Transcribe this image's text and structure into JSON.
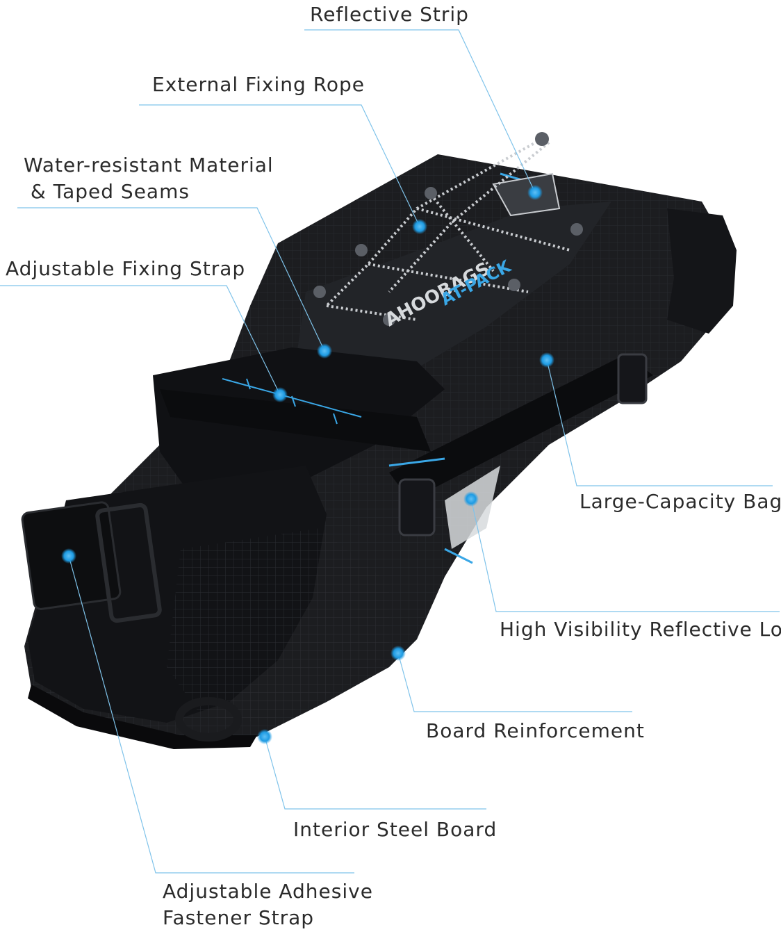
{
  "diagram": {
    "accent_color": "#1e9be3",
    "line_color": "#7fc3ea",
    "product_colors": {
      "body": "#1c1d20",
      "body_dark": "#0e0f11",
      "panel": "#2a2c30",
      "trim": "#3aa7e6",
      "reflective": "#c9ccd0"
    },
    "product_logo_text": [
      "AHOOBAGS",
      "AT-PACK"
    ],
    "callouts": [
      {
        "id": "reflective-strip",
        "lines": [
          "Reflective Strip"
        ]
      },
      {
        "id": "external-fixing-rope",
        "lines": [
          "External Fixing Rope"
        ]
      },
      {
        "id": "water-resistant",
        "lines": [
          "Water-resistant Material",
          " & Taped Seams"
        ]
      },
      {
        "id": "adjustable-fixing-strap",
        "lines": [
          "Adjustable Fixing Strap"
        ]
      },
      {
        "id": "large-capacity-bag",
        "lines": [
          "Large-Capacity Bag"
        ]
      },
      {
        "id": "high-visibility-logo",
        "lines": [
          "High Visibility Reflective Logo"
        ]
      },
      {
        "id": "board-reinforcement",
        "lines": [
          "Board Reinforcement"
        ]
      },
      {
        "id": "interior-steel-board",
        "lines": [
          "Interior Steel Board"
        ]
      },
      {
        "id": "adhesive-strap",
        "lines": [
          "Adjustable Adhesive",
          "Fastener Strap"
        ]
      }
    ]
  }
}
